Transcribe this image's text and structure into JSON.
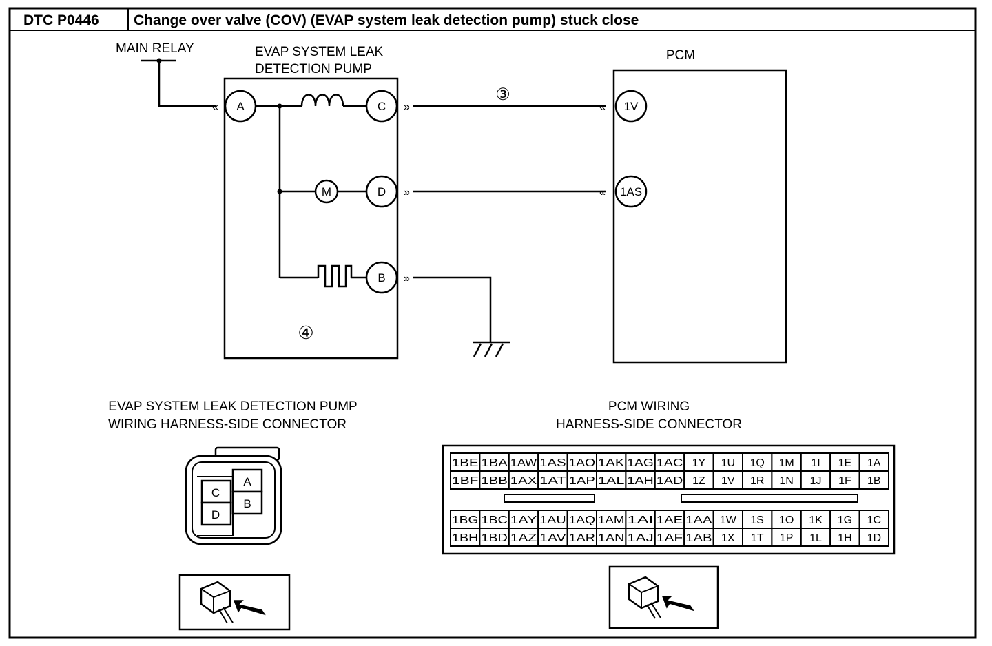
{
  "header": {
    "code": "DTC P0446",
    "title": "Change over valve (COV) (EVAP system leak detection pump) stuck close"
  },
  "schematic": {
    "main_relay": "MAIN RELAY",
    "pump_title_line1": "EVAP SYSTEM LEAK",
    "pump_title_line2": "DETECTION PUMP",
    "pcm_title": "PCM",
    "pump_pins": {
      "a": "A",
      "b": "B",
      "c": "C",
      "d": "D"
    },
    "motor_symbol": "M",
    "pcm_pins": {
      "pin_1v": "1V",
      "pin_1as": "1AS"
    },
    "wire_callout": "③",
    "component_callout": "④"
  },
  "pump_connector": {
    "title_line1": "EVAP SYSTEM LEAK DETECTION PUMP",
    "title_line2": "WIRING HARNESS-SIDE CONNECTOR",
    "pins": [
      "A",
      "B",
      "C",
      "D"
    ]
  },
  "pcm_connector": {
    "title_line1": "PCM WIRING",
    "title_line2": "HARNESS-SIDE CONNECTOR",
    "upper_rows": [
      [
        "1BE",
        "1BA",
        "1AW",
        "1AS",
        "1AO",
        "1AK",
        "1AG",
        "1AC",
        "1Y",
        "1U",
        "1Q",
        "1M",
        "1I",
        "1E",
        "1A"
      ],
      [
        "1BF",
        "1BB",
        "1AX",
        "1AT",
        "1AP",
        "1AL",
        "1AH",
        "1AD",
        "1Z",
        "1V",
        "1R",
        "1N",
        "1J",
        "1F",
        "1B"
      ]
    ],
    "lower_rows": [
      [
        "1BG",
        "1BC",
        "1AY",
        "1AU",
        "1AQ",
        "1AM",
        "1AI",
        "1AE",
        "1AA",
        "1W",
        "1S",
        "1O",
        "1K",
        "1G",
        "1C"
      ],
      [
        "1BH",
        "1BD",
        "1AZ",
        "1AV",
        "1AR",
        "1AN",
        "1AJ",
        "1AF",
        "1AB",
        "1X",
        "1T",
        "1P",
        "1L",
        "1H",
        "1D"
      ]
    ]
  }
}
